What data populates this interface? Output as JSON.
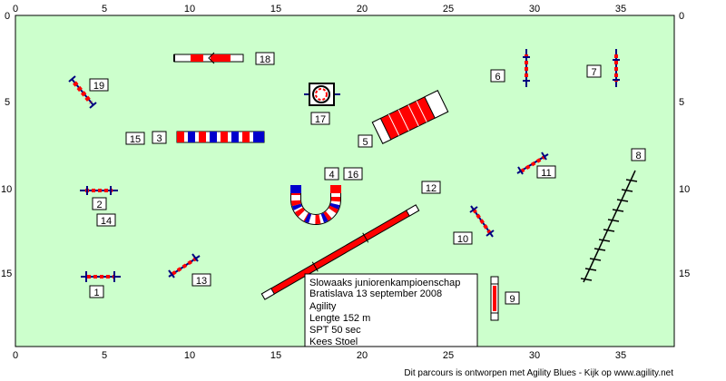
{
  "axis": {
    "x_ticks": [
      "0",
      "5",
      "10",
      "15",
      "20",
      "25",
      "30",
      "35"
    ],
    "y_ticks": [
      "0",
      "5",
      "10",
      "15"
    ]
  },
  "info_box": {
    "line1": "Slowaaks juniorenkampioenschap",
    "line2": "Bratislava 13 september 2008",
    "line3": "Agility",
    "line4": "Lengte 152 m",
    "line5": "SPT 50 sec",
    "line6": "Kees Stoel"
  },
  "footer": "Dit parcours is ontworpen met Agility Blues - Kijk op www.agility.net",
  "obstacle_labels": [
    "1",
    "2",
    "3",
    "4",
    "5",
    "6",
    "7",
    "8",
    "9",
    "10",
    "11",
    "12",
    "13",
    "14",
    "15",
    "16",
    "17",
    "18",
    "19"
  ],
  "colors": {
    "field": "#ccffcc",
    "field_border": "#000000",
    "red": "#ff0000",
    "blue": "#0000cc",
    "navy": "#000080",
    "white": "#ffffff"
  }
}
